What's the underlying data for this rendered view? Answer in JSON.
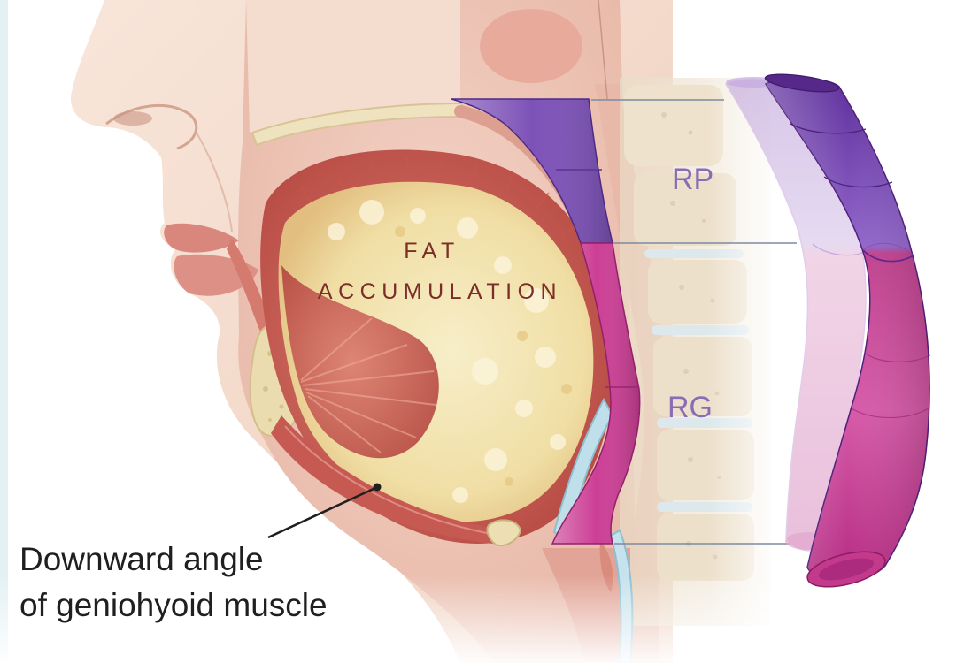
{
  "labels": {
    "fat_line1": "FAT",
    "fat_line2": "ACCUMULATION",
    "rp": "RP",
    "rg": "RG",
    "annotation_line1": "Downward angle",
    "annotation_line2": "of geniohyoid muscle"
  },
  "colors": {
    "label_fat": "#7c2d27",
    "label_segment": "#8a6cb4",
    "annotation_text": "#1f1f1f",
    "airway_rp": "#7d52b8",
    "airway_rg": "#cc3f95"
  }
}
